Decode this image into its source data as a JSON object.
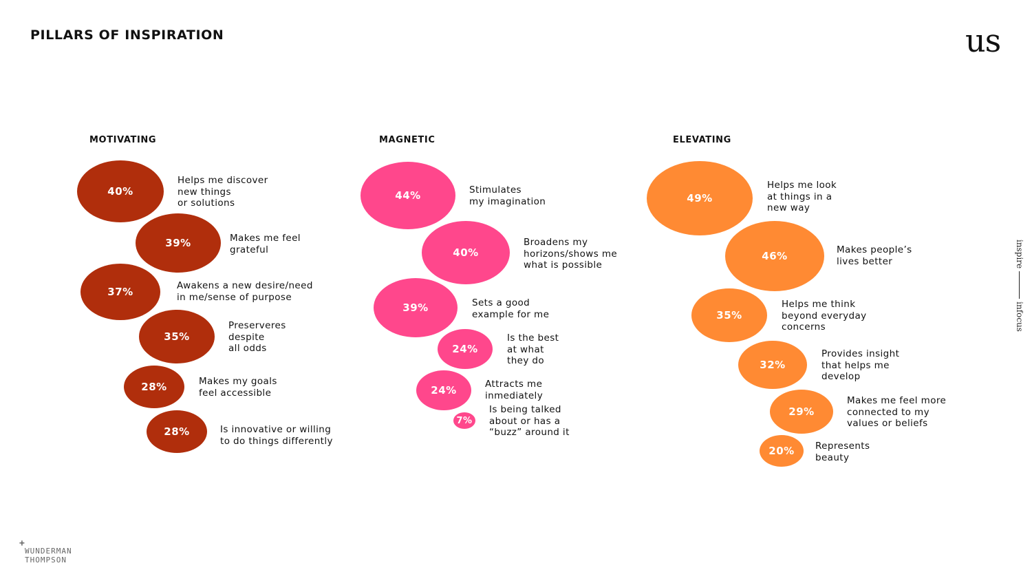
{
  "page_title": "PILLARS OF INSPIRATION",
  "logo_text": "us",
  "side_tag": {
    "left": "inspire",
    "right": "infocus"
  },
  "footer_brand": {
    "line1": "WUNDERMAN",
    "line2": "THOMPSON"
  },
  "colors": {
    "motivating": "#B02E0C",
    "magnetic": "#FF478C",
    "elevating": "#FF8A33"
  },
  "chart_data": {
    "type": "bubble",
    "title": "PILLARS OF INSPIRATION",
    "groups": [
      {
        "name": "MOTIVATING",
        "color": "#B02E0C",
        "items": [
          {
            "value": 40,
            "display": "40%",
            "label": "Helps me discover\nnew things\nor solutions"
          },
          {
            "value": 39,
            "display": "39%",
            "label": "Makes me feel\ngrateful"
          },
          {
            "value": 37,
            "display": "37%",
            "label": "Awakens a new desire/need\nin me/sense of purpose"
          },
          {
            "value": 35,
            "display": "35%",
            "label": "Preserveres\ndespite\nall odds"
          },
          {
            "value": 28,
            "display": "28%",
            "label": "Makes my goals\nfeel accessible"
          },
          {
            "value": 28,
            "display": "28%",
            "label": "Is innovative or willing\nto do things differently"
          }
        ]
      },
      {
        "name": "MAGNETIC",
        "color": "#FF478C",
        "items": [
          {
            "value": 44,
            "display": "44%",
            "label": "Stimulates\nmy imagination"
          },
          {
            "value": 40,
            "display": "40%",
            "label": "Broadens my\nhorizons/shows me\nwhat is possible"
          },
          {
            "value": 39,
            "display": "39%",
            "label": "Sets a good\nexample for me"
          },
          {
            "value": 24,
            "display": "24%",
            "label": "Is the best\nat what\nthey do"
          },
          {
            "value": 24,
            "display": "24%",
            "label": "Attracts me\ninmediately"
          },
          {
            "value": 7,
            "display": "7%",
            "label": "Is being talked\nabout or has a\n“buzz” around it"
          }
        ]
      },
      {
        "name": "ELEVATING",
        "color": "#FF8A33",
        "items": [
          {
            "value": 49,
            "display": "49%",
            "label": "Helps me look\nat things in a\nnew way"
          },
          {
            "value": 46,
            "display": "46%",
            "label": "Makes people’s\nlives better"
          },
          {
            "value": 35,
            "display": "35%",
            "label": "Helps me think\nbeyond everyday\nconcerns"
          },
          {
            "value": 32,
            "display": "32%",
            "label": "Provides insight\nthat helps me\ndevelop"
          },
          {
            "value": 29,
            "display": "29%",
            "label": "Makes me feel more\nconnected to my\nvalues or beliefs"
          },
          {
            "value": 20,
            "display": "20%",
            "label": "Represents\nbeauty"
          }
        ]
      }
    ]
  }
}
